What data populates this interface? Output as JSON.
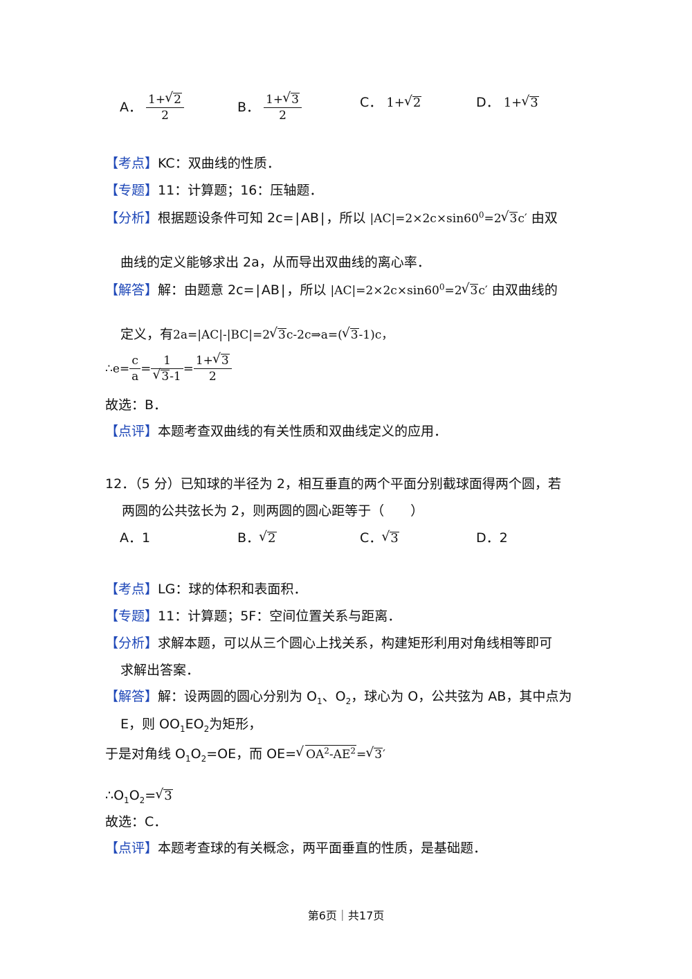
{
  "q11": {
    "options": {
      "A_label": "A．",
      "A_num": "1+",
      "A_rad": "2",
      "A_den": "2",
      "B_label": "B．",
      "B_num": "1+",
      "B_rad": "3",
      "B_den": "2",
      "C_label": "C．",
      "C_pre": "1+",
      "C_rad": "2",
      "D_label": "D．",
      "D_pre": "1+",
      "D_rad": "3"
    },
    "kaodian_tag": "【考点】",
    "kaodian": "KC：双曲线的性质．",
    "zhuanti_tag": "【专题】",
    "zhuanti": "11：计算题；16：压轴题．",
    "fenxi_tag": "【分析】",
    "fenxi_1": "根据题设条件可知 2c=",
    "fenxi_1b": "AB",
    "fenxi_1c": "，所以",
    "fenxi_math_pre": "|AC|=2×2c×sin60",
    "fenxi_math_sup": "0",
    "fenxi_math_mid": "=2",
    "fenxi_math_rad": "3",
    "fenxi_math_post": "c′",
    "fenxi_1d": "由双",
    "fenxi_2": "曲线的定义能够求出 2a，从而导出双曲线的离心率．",
    "jieda_tag": "【解答】",
    "jieda_1": "解：由题意 2c=",
    "jieda_1b": "AB",
    "jieda_1c": "，所以",
    "jieda_math_pre": "|AC|=2×2c×sin60",
    "jieda_math_sup": "0",
    "jieda_math_mid": "=2",
    "jieda_math_rad": "3",
    "jieda_math_post": "c′",
    "jieda_1d": "由双曲线的",
    "jieda_2_pre": "定义，有",
    "jieda_2_math_a": "2a=|AC|-|BC|=2",
    "jieda_2_rad": "3",
    "jieda_2_math_b": "c-2c⇒a=(",
    "jieda_2_rad2": "3",
    "jieda_2_math_c": "-1)c，",
    "ecc_pre": "∴e=",
    "ecc_f1_num": "c",
    "ecc_f1_den": "a",
    "ecc_eq": "=",
    "ecc_f2_num": "1",
    "ecc_f2_den_rad": "3",
    "ecc_f2_den_post": "-1",
    "ecc_f3_num_pre": "1+",
    "ecc_f3_num_rad": "3",
    "ecc_f3_den": "2",
    "guxuan": "故选：B．",
    "dianping_tag": "【点评】",
    "dianping": "本题考查双曲线的有关性质和双曲线定义的应用．"
  },
  "q12": {
    "stem_1": "12．（5 分）已知球的半径为 2，相互垂直的两个平面分别截球面得两个圆，若",
    "stem_2": "两圆的公共弦长为 2，则两圆的圆心距等于（　　）",
    "A": "A．1",
    "B_label": "B．",
    "B_rad": "2",
    "C_label": "C．",
    "C_rad": "3",
    "D": "D．2",
    "kaodian_tag": "【考点】",
    "kaodian": "LG：球的体积和表面积．",
    "zhuanti_tag": "【专题】",
    "zhuanti": "11：计算题；5F：空间位置关系与距离．",
    "fenxi_tag": "【分析】",
    "fenxi_1": "求解本题，可以从三个圆心上找关系，构建矩形利用对角线相等即可",
    "fenxi_2": "求解出答案．",
    "jieda_tag": "【解答】",
    "jieda_1_a": "解：设两圆的圆心分别为 O",
    "jieda_1_s1": "1",
    "jieda_1_b": "、O",
    "jieda_1_s2": "2",
    "jieda_1_c": "，球心为 O，公共弦为 AB，其中点为",
    "jieda_2_a": "E，则 OO",
    "jieda_2_s1": "1",
    "jieda_2_b": "EO",
    "jieda_2_s2": "2",
    "jieda_2_c": "为矩形，",
    "line3_a": "于是对角线 O",
    "line3_s1": "1",
    "line3_b": "O",
    "line3_s2": "2",
    "line3_c": "=OE，而 OE=",
    "line3_rad_a": "OA",
    "line3_rad_sup1": "2",
    "line3_rad_b": "-AE",
    "line3_rad_sup2": "2",
    "line3_eq": "=",
    "line3_rad2": "3",
    "line3_post": "′",
    "line4_a": "∴O",
    "line4_s1": "1",
    "line4_b": "O",
    "line4_s2": "2",
    "line4_c": "=",
    "line4_rad": "3",
    "guxuan": "故选：C．",
    "dianping_tag": "【点评】",
    "dianping": "本题考查球的有关概念，两平面垂直的性质，是基础题．"
  },
  "footer": {
    "page": "第6页｜共17页"
  }
}
